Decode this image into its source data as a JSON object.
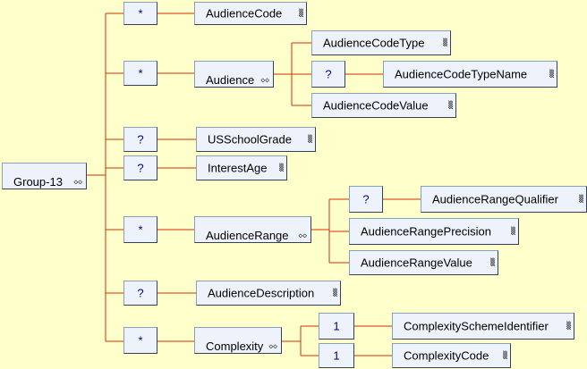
{
  "root": {
    "label": "Group-13"
  },
  "icons": {
    "element": "element-icon",
    "group": "sequence-icon"
  },
  "colors": {
    "background": "#ffffcc",
    "connector": "#cc3300",
    "box": "#eef3fb",
    "card_text": "#000080"
  },
  "children": [
    {
      "card": "*",
      "label": "AudienceCode"
    },
    {
      "card": "*",
      "label": "Audience",
      "kind": "group",
      "children": [
        {
          "card": "",
          "label": "AudienceCodeType"
        },
        {
          "card": "?",
          "label": "AudienceCodeTypeName"
        },
        {
          "card": "",
          "label": "AudienceCodeValue"
        }
      ]
    },
    {
      "card": "?",
      "label": "USSchoolGrade"
    },
    {
      "card": "?",
      "label": "InterestAge"
    },
    {
      "card": "*",
      "label": "AudienceRange",
      "kind": "group",
      "children": [
        {
          "card": "?",
          "label": "AudienceRangeQualifier"
        },
        {
          "card": "",
          "label": "AudienceRangePrecision"
        },
        {
          "card": "",
          "label": "AudienceRangeValue"
        }
      ]
    },
    {
      "card": "?",
      "label": "AudienceDescription"
    },
    {
      "card": "*",
      "label": "Complexity",
      "kind": "group",
      "children": [
        {
          "card": "1",
          "label": "ComplexitySchemeIdentifier"
        },
        {
          "card": "1",
          "label": "ComplexityCode"
        }
      ]
    }
  ]
}
